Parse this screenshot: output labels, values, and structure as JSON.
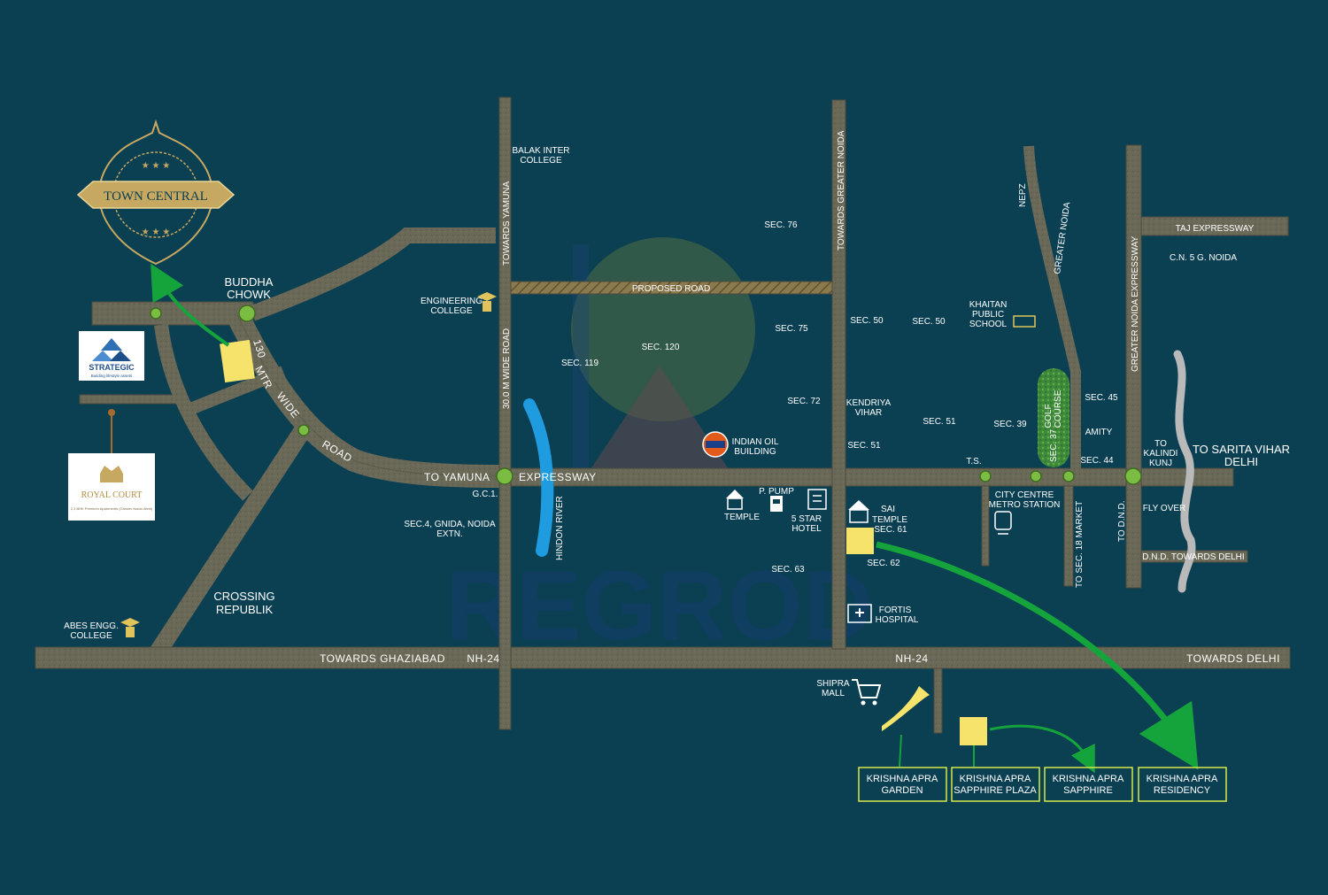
{
  "colors": {
    "background": "#0b3f52",
    "road": "#6a6856",
    "road_edge": "#4d4b3f",
    "gold": "#c7a860",
    "yellow_plot": "#f6e36b",
    "green_arrow": "#15a43c",
    "river": "#1f9be0",
    "node": "#7bbd42",
    "box_border": "#d8e84a"
  },
  "logos": {
    "town_central": "TOWN CENTRAL",
    "strategic": "STRATEGIC",
    "strategic_tagline": "Building lifestyle assets",
    "royal_court": "ROYAL COURT",
    "royal_court_tagline": "2,3 BHK Premium Apartments (Greater Noida West)"
  },
  "watermark": "REGROD",
  "road_labels": {
    "buddha_chowk_1": "BUDDHA",
    "buddha_chowk_2": "CHOWK",
    "mtr_130": "130",
    "mtr": "MTR",
    "wide": "WIDE",
    "road": "ROAD",
    "to_yamuna": "TO YAMUNA",
    "expressway": "EXPRESSWAY",
    "towards_yamuna": "TOWARDS YAMUNA",
    "wide_road_30": "30.0 M WIDE ROAD",
    "proposed_road": "PROPOSED ROAD",
    "towards_greater_noida": "TOWARDS GREATER NOIDA",
    "nepz": "NEPZ",
    "greater_noida": "GREATER NOIDA",
    "greater_noida_expressway": "GREATER NOIDA EXPRESSWAY",
    "taj_expressway": "TAJ EXPRESSWAY",
    "towards_ghaziabad": "TOWARDS GHAZIABAD",
    "nh24_left": "NH-24",
    "nh24_right": "NH-24",
    "towards_delhi": "TOWARDS DELHI",
    "hindon_river": "HINDON RIVER",
    "golf_course_1": "GOLF",
    "golf_course_2": "COURSE",
    "sec37": "SEC. 37",
    "to_sec18_market": "TO SEC. 18 MARKET",
    "to_dnd": "TO D.N.D.",
    "fly_over": "FLY OVER",
    "dnd_towards_delhi": "D.N.D. TOWARDS DELHI",
    "to_sarita_vihar_1": "TO SARITA VIHAR",
    "to_sarita_vihar_2": "DELHI",
    "to_kalindi_1": "TO",
    "to_kalindi_2": "KALINDI",
    "to_kalindi_3": "KUNJ",
    "crossing_republik_1": "CROSSING",
    "crossing_republik_2": "REPUBLIK"
  },
  "places": {
    "balak_inter_1": "BALAK INTER",
    "balak_inter_2": "COLLEGE",
    "engineering_1": "ENGINEERING",
    "engineering_2": "COLLEGE",
    "sec76": "SEC. 76",
    "sec75": "SEC. 75",
    "sec72": "SEC. 72",
    "sec120": "SEC. 120",
    "sec119": "SEC. 119",
    "sec50a": "SEC. 50",
    "sec50b": "SEC. 50",
    "khaitan_1": "KHAITAN",
    "khaitan_2": "PUBLIC",
    "khaitan_3": "SCHOOL",
    "cn5": "C.N. 5 G. NOIDA",
    "sec45": "SEC. 45",
    "amity": "AMITY",
    "sec44": "SEC. 44",
    "kendriya_1": "KENDRIYA",
    "kendriya_2": "VIHAR",
    "sec51a": "SEC. 51",
    "sec51b": "SEC. 51",
    "sec39": "SEC. 39",
    "ts": "T.S.",
    "indian_oil_1": "INDIAN OIL",
    "indian_oil_2": "BUILDING",
    "gc1": "G.C.1.",
    "sec4_1": "SEC.4, GNIDA, NOIDA",
    "sec4_2": "EXTN.",
    "temple": "TEMPLE",
    "p_pump": "P. PUMP",
    "five_star_1": "5 STAR",
    "five_star_2": "HOTEL",
    "sai_1": "SAI",
    "sai_2": "TEMPLE",
    "sec61": "SEC. 61",
    "sec62": "SEC. 62",
    "sec63": "SEC. 63",
    "city_centre_1": "CITY CENTRE",
    "city_centre_2": "METRO STATION",
    "fortis_1": "FORTIS",
    "fortis_2": "HOSPITAL",
    "abes_1": "ABES ENGG.",
    "abes_2": "COLLEGE",
    "shipra_1": "SHIPRA",
    "shipra_2": "MALL"
  },
  "projects": [
    {
      "line1": "KRISHNA APRA",
      "line2": "GARDEN"
    },
    {
      "line1": "KRISHNA APRA",
      "line2": "SAPPHIRE PLAZA"
    },
    {
      "line1": "KRISHNA APRA",
      "line2": "SAPPHIRE"
    },
    {
      "line1": "KRISHNA APRA",
      "line2": "RESIDENCY"
    }
  ]
}
